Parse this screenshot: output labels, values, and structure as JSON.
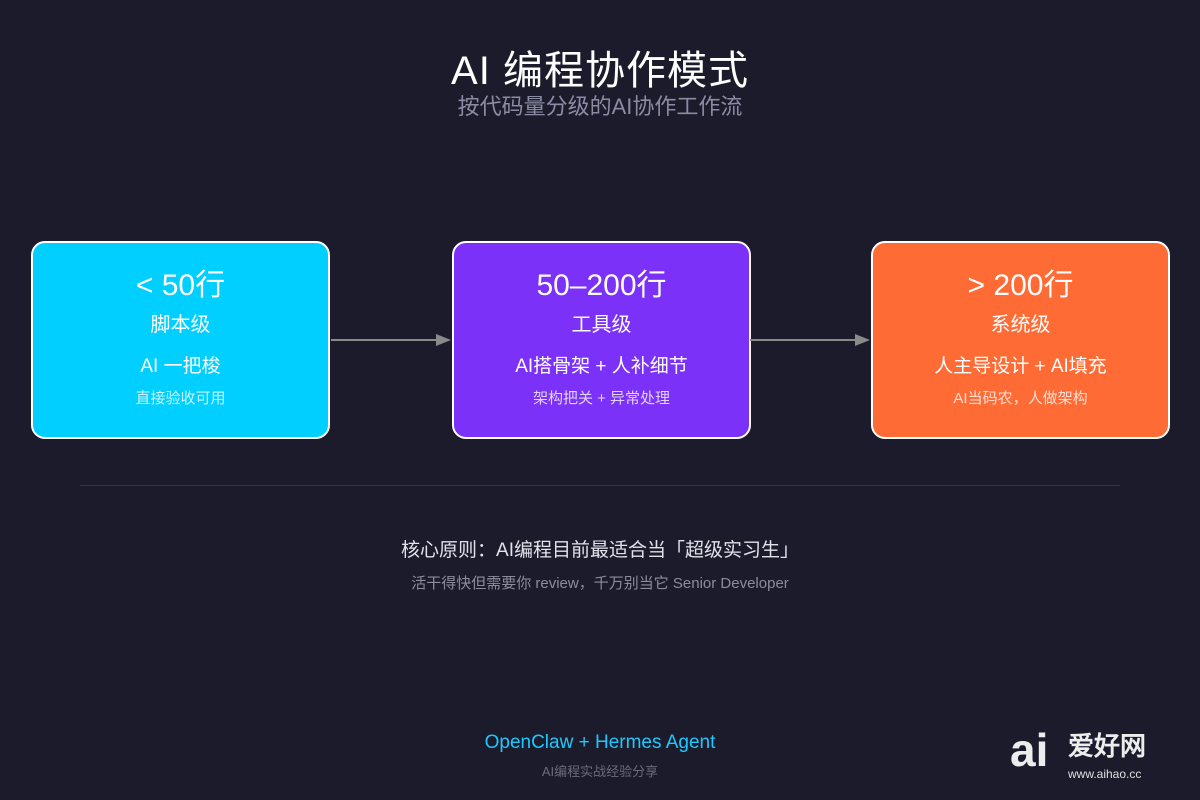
{
  "title": "AI 编程协作模式",
  "subtitle": "按代码量分级的AI协作工作流",
  "stages": [
    {
      "range": "< 50行",
      "level": "脚本级",
      "mode": "AI 一把梭",
      "note": "直接验收可用",
      "color": "#00cfff"
    },
    {
      "range": "50–200行",
      "level": "工具级",
      "mode": "AI搭骨架 + 人补细节",
      "note": "架构把关 + 异常处理",
      "color": "#7b31f7"
    },
    {
      "range": "> 200行",
      "level": "系统级",
      "mode": "人主导设计 + AI填充",
      "note": "AI当码农，人做架构",
      "color": "#ff6b35"
    }
  ],
  "principle": {
    "main": "核心原则：AI编程目前最适合当「超级实习生」",
    "detail": "活干得快但需要你 review，千万别当它 Senior Developer"
  },
  "footer": {
    "project": "OpenClaw + Hermes Agent",
    "caption": "AI编程实战经验分享"
  },
  "watermark": {
    "mark": "ai",
    "name": "爱好网",
    "url": "www.aihao.cc"
  },
  "colors": {
    "background": "#1b1b2c",
    "arrow": "#8a8a8a",
    "box_border": "#ffffff"
  }
}
